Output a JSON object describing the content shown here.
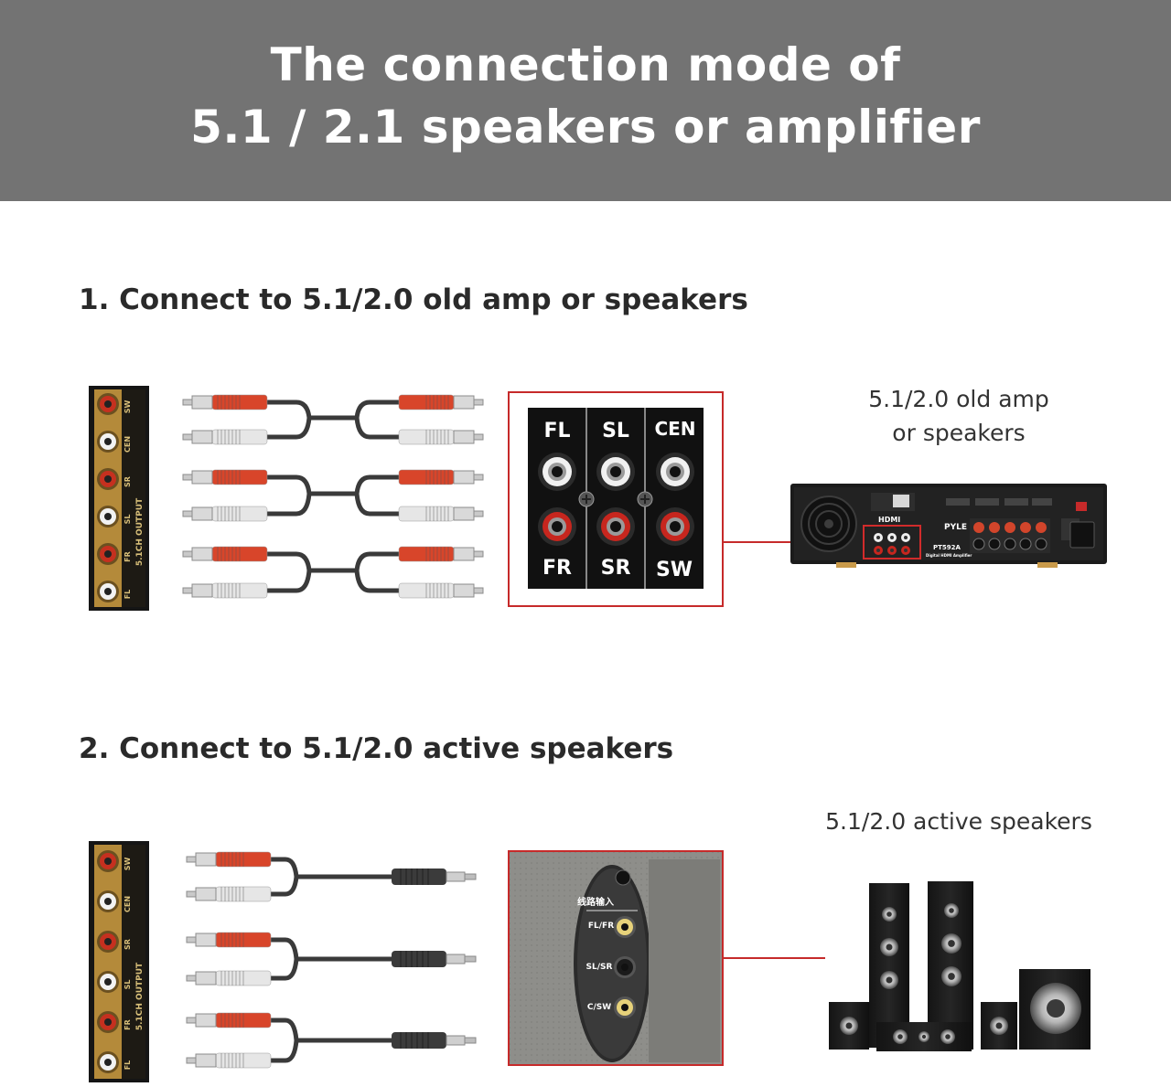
{
  "header": {
    "title_line1": "The connection mode of",
    "title_line2": "5.1 / 2.1 speakers or amplifier",
    "background_color": "#737373"
  },
  "section1": {
    "title": "1. Connect to 5.1/2.0 old amp or speakers",
    "caption_line1": "5.1/2.0 old amp",
    "caption_line2": "or speakers",
    "panel_labels": [
      "FL",
      "SL",
      "CEN",
      "FR",
      "SR",
      "SW"
    ],
    "strip_labels": [
      "SW",
      "CEN",
      "SR",
      "SL",
      "FR",
      "FL"
    ],
    "strip_title": "5.1CH OUTPUT",
    "amp_labels": {
      "brand": "HDMI",
      "model": "PT592A",
      "sub": "Digital HDMI Amplifier",
      "brand_logo": "PYLE"
    },
    "cable_type": "rca-to-rca",
    "icons": [
      "rca-output-strip-icon",
      "rca-cable-icon",
      "rca-input-panel-icon",
      "amplifier-icon"
    ]
  },
  "section2": {
    "title": "2. Connect to 5.1/2.0 active speakers",
    "caption": "5.1/2.0 active speakers",
    "panel_labels": [
      "FL/FR",
      "SL/SR",
      "C/SW"
    ],
    "panel_top_text": "线路输入",
    "strip_labels": [
      "SW",
      "CEN",
      "SR",
      "SL",
      "FR",
      "FL"
    ],
    "strip_title": "5.1CH OUTPUT",
    "cable_type": "rca-to-3.5mm",
    "icons": [
      "rca-output-strip-icon",
      "rca-to-jack-cable-icon",
      "speaker-input-panel-icon",
      "speaker-system-icon"
    ]
  },
  "colors": {
    "red_plug": "#d8452a",
    "white_plug": "#e6e6e6",
    "highlight_border": "#c62a2a",
    "gold": "#b48a3a",
    "panel_black": "#111111"
  }
}
